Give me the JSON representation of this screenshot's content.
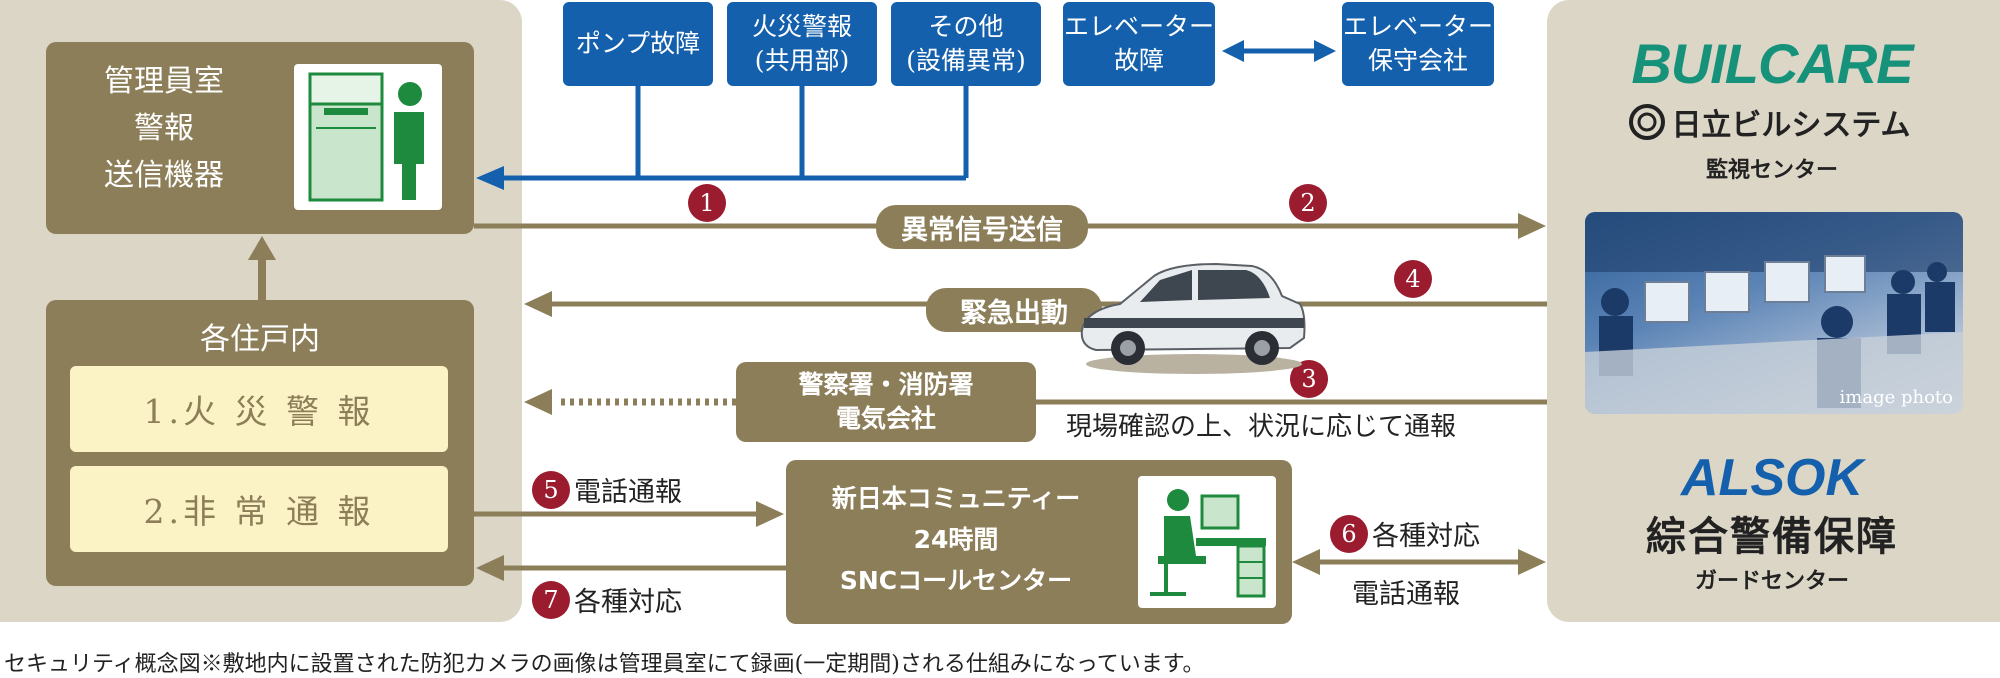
{
  "management": {
    "title_line1": "管理員室",
    "title_line2": "警報",
    "title_line3": "送信機器"
  },
  "units": {
    "title": "各住戸内",
    "alarm1": "1.火 災 警 報",
    "alarm2": "2.非 常 通 報"
  },
  "sources": {
    "pump": "ポンプ故障",
    "fire_line1": "火災警報",
    "fire_line2": "(共用部)",
    "other_line1": "その他",
    "other_line2": "(設備異常)",
    "elevator_line1": "エレベーター",
    "elevator_line2": "故障",
    "maint_line1": "エレベーター",
    "maint_line2": "保守会社"
  },
  "flows": {
    "signal": "異常信号送信",
    "dispatch": "緊急出動",
    "police_line1": "警察署・消防署",
    "police_line2": "電気会社",
    "confirm": "現場確認の上、状況に応じて通報",
    "phone_report": "電話通報",
    "responses": "各種対応",
    "phone_report2": "電話通報"
  },
  "numbers": {
    "n1": "1",
    "n2": "2",
    "n3": "3",
    "n4": "4",
    "n5": "5",
    "n6": "6",
    "n7": "7"
  },
  "snc": {
    "line1": "新日本コミュニティー",
    "line2": "24時間",
    "line3": "SNCコールセンター"
  },
  "right": {
    "buil_logo": "BUILCARE",
    "hitachi": "日立ビルシステム",
    "monitor": "監視センター",
    "image_caption": "image photo",
    "alsok_logo": "ALSOK",
    "alsok_name": "綜合警備保障",
    "guard": "ガードセンター"
  },
  "caption": "セキュリティ概念図※敷地内に設置された防犯カメラの画像は管理員室にて録画(一定期間)される仕組みになっています。",
  "colors": {
    "olive": "#8c7e58",
    "blue": "#1560ad",
    "beige": "#dcd6c7",
    "cream": "#fbf3c6",
    "red": "#9b1b2f"
  }
}
